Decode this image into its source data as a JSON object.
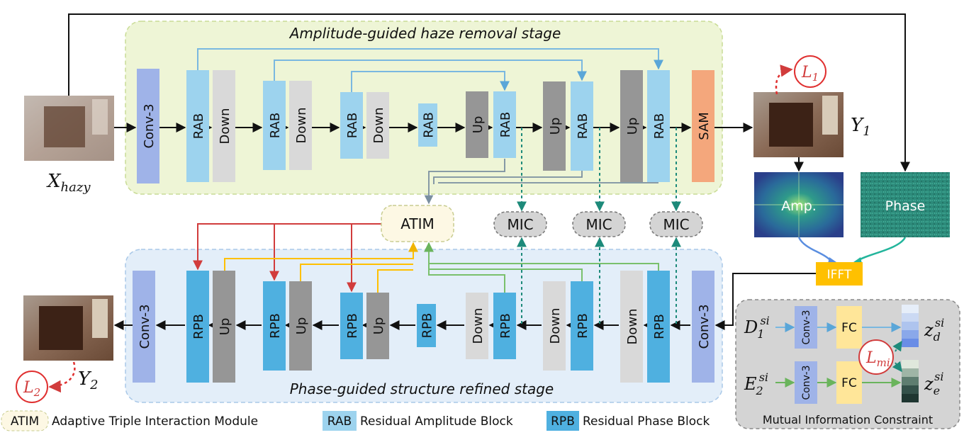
{
  "stage_top": {
    "title": "Amplitude-guided haze removal stage"
  },
  "stage_bottom": {
    "title": "Phase-guided structure refined stage"
  },
  "top_blocks": [
    "Conv-3",
    "RAB",
    "Down",
    "RAB",
    "Down",
    "RAB",
    "Down",
    "RAB",
    "Up",
    "RAB",
    "Up",
    "RAB",
    "Up",
    "RAB",
    "SAM"
  ],
  "bottom_blocks": [
    "Conv-3",
    "RPB",
    "Up",
    "RPB",
    "Up",
    "RPB",
    "Up",
    "RPB",
    "Down",
    "RPB",
    "Down",
    "RPB",
    "Down",
    "RPB",
    "Conv-3"
  ],
  "modules": {
    "atim": "ATIM",
    "mic": "MIC",
    "ifft": "IFFT",
    "amp": "Amp.",
    "phase": "Phase"
  },
  "math": {
    "x_hazy": {
      "base": "X",
      "sub": "hazy"
    },
    "y1": {
      "base": "Y",
      "sub": "1"
    },
    "y2": {
      "base": "Y",
      "sub": "2"
    },
    "l1": {
      "base": "L",
      "sub": "1"
    },
    "l2": {
      "base": "L",
      "sub": "2"
    },
    "lmi": {
      "base": "L",
      "sub": "mi"
    }
  },
  "mic_panel": {
    "title": "Mutual Information Constraint",
    "d_input": {
      "base": "D",
      "sub": "1",
      "sup": "si"
    },
    "e_input": {
      "base": "E",
      "sub": "2",
      "sup": "si"
    },
    "conv_label": "Conv-3",
    "fc_label": "FC",
    "z_d": {
      "base": "z",
      "sub": "d",
      "sup": "si"
    },
    "z_e": {
      "base": "z",
      "sub": "e",
      "sup": "si"
    }
  },
  "legend": {
    "atim_abbr": "ATIM",
    "atim_text": "Adaptive Triple Interaction Module",
    "rab_abbr": "RAB",
    "rab_text": "Residual Amplitude Block",
    "rpb_abbr": "RPB",
    "rpb_text": "Residual Phase Block"
  },
  "colors": {
    "conv": "#9fb3e8",
    "rab": "#9dd3ee",
    "down": "#d9d9d9",
    "up": "#969696",
    "sam": "#f4a77c",
    "rpb": "#4fb0e0",
    "ifft": "#ffc000",
    "fc": "#ffe699",
    "skip_top": "#7ab8e0",
    "red": "#d13c3c",
    "yellow": "#ffc000",
    "green": "#7ac06c",
    "teal": "#1d8a7a"
  }
}
